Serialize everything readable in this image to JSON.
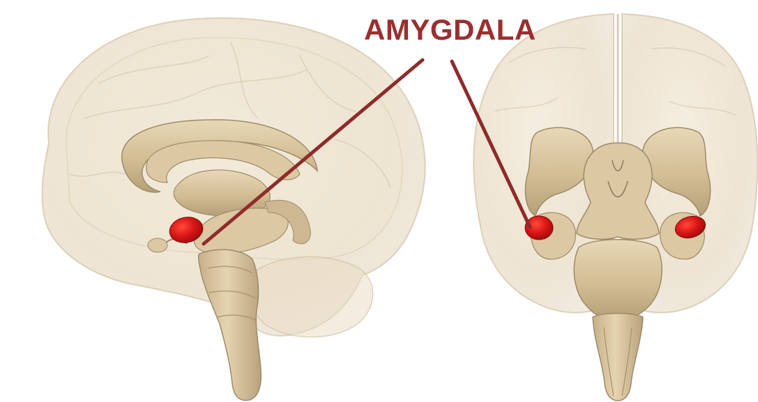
{
  "label": "AMYGDALA",
  "colors": {
    "background": "#ffffff",
    "label": "#9b2f2f",
    "leader_line": "#8f2b2b",
    "amygdala": "#d41414",
    "brain_shell": "#e9dcc4",
    "deep_structure": "#d9c49c",
    "deep_structure_shadow": "#9e8a68"
  },
  "views": [
    "sagittal",
    "coronal"
  ]
}
